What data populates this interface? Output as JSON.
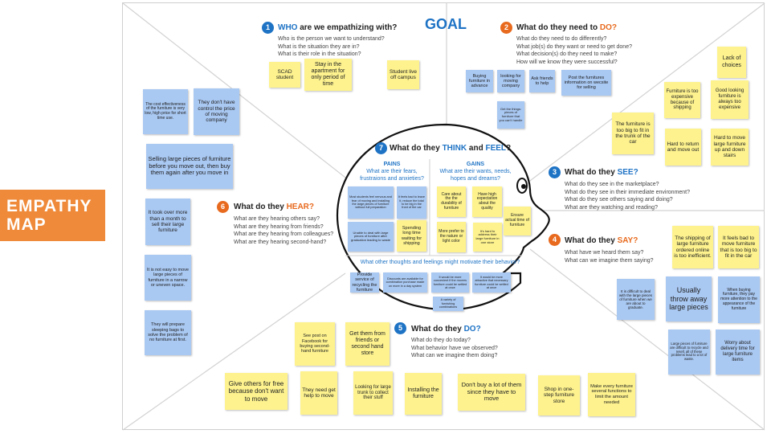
{
  "label": {
    "line1": "EMPATHY",
    "line2": "MAP"
  },
  "goal": "GOAL",
  "sections": {
    "who": {
      "num": "1",
      "hl": "WHO",
      "rest": " are we empathizing with?",
      "questions": [
        "Who is the person we want to understand?",
        "What is the situation they are in?",
        "What is their role in the situation?"
      ]
    },
    "do_need": {
      "num": "2",
      "pre": "What do they need to ",
      "hl": "DO?",
      "questions": [
        "What do they need to do differently?",
        "What job(s) do they want or need to get done?",
        "What decision(s) do they need to make?",
        "How will we know they were successful?"
      ]
    },
    "see": {
      "num": "3",
      "pre": "What do they ",
      "hl": "SEE?",
      "questions": [
        "What do they see in the marketplace?",
        "What do they see in their immediate environment?",
        "What do they see others saying and doing?",
        "What are they watching and reading?"
      ]
    },
    "say": {
      "num": "4",
      "pre": "What do they ",
      "hl": "SAY?",
      "questions": [
        "What have we heard them say?",
        "What can we imagine them saying?"
      ]
    },
    "do": {
      "num": "5",
      "pre": "What do they ",
      "hl": "DO?",
      "questions": [
        "What do they do today?",
        "What behavior have we observed?",
        "What can we imagine them doing?"
      ]
    },
    "hear": {
      "num": "6",
      "pre": "What do they ",
      "hl": "HEAR?",
      "questions": [
        "What are they hearing others say?",
        "What are they hearing from friends?",
        "What are they hearing from colleagues?",
        "What are they hearing second-hand?"
      ]
    },
    "think": {
      "num": "7",
      "pre": "What do they ",
      "hl1": "THINK",
      "mid": " and ",
      "hl2": "FEEL",
      "end": "?",
      "pains_title": "PAINS",
      "pains_sub": "What are their fears, frustraions and anxieties?",
      "gains_title": "GAINS",
      "gains_sub": "What are their wants, needs, hopes and dreams?",
      "other": "What other thoughts and feelings might motivate their behavior?"
    }
  },
  "notes": {
    "who_1": "SCAD student",
    "who_2": "Stay in the apartment for only period of time",
    "who_3": "Student live off campus",
    "need_1": "Buying furniture in advance",
    "need_2": "looking for moving company",
    "need_3": "Ask friends to help",
    "need_4": "Post the furnitures information on wecsite for selling",
    "need_5": "Get the things: pieces of furniture that you can't handle",
    "see_1": "Lack of choices",
    "see_2": "Furniture is too expensive because of shipping",
    "see_3": "Good looking furniture is always too expensive",
    "see_4": "The furniture is too big to fit in the trunk of the car",
    "see_5": "Hard to return and move out",
    "see_6": "Hard to move large furniture up and down stairs",
    "hear_1": "The cost effectiveness of the furniture is very low, high price for short time use.",
    "hear_2": "They don't have control the price of moving company",
    "hear_3": "Selling large pieces of furniture before you move out, then buy them again after you move in",
    "hear_4": "It took over more than a month to sell their large furniture",
    "hear_5": "It is not easy to move large pieces of furniture in a narrow or uneven space.",
    "hear_6": "They will prepare sleeping bags to solve the problem of no furniture at first.",
    "pain_1": "Most students feel nervous and fear of moving and installing the large pieces of furniture without full preparation",
    "pain_2": "It feels bad to leave it, reduce the total to be big in the front of the car",
    "pain_3": "Unable to deal with large pieces of furniture after graduation leading to waste",
    "pain_4": "Spending long time waiting for shipping",
    "gain_1": "Care about the the durability of furniture",
    "gain_2": "Have high expectation about the quality",
    "gain_3": "More prefer to the nature or light color",
    "gain_4": "It's hard to address their large furniture in one store",
    "gain_5": "Ensure actual time of furniture",
    "other_1": "Provide service of recycling the furniture",
    "other_2": "Discounts are available for combination purchase made on more in a day system",
    "other_3": "It would be more convenient if the movers furniture could be settled at once",
    "other_4": "It would be more attractive that necessary furniture could be settled at once",
    "other_5": "A variety of furnishing combinations",
    "say_1": "The shipping of large furniture ordered online is too inefficient.",
    "say_2": "It feels bad to move furniture that is too big to fit in the car",
    "say_3": "It is difficult to deal with the large pieces of furniture when we are about to graduate.",
    "say_4": "Usually throw away large pieces",
    "say_5": "When buying furniture, they pay more attention to the appearance of the furniture",
    "say_6": "Large pieces of furniture are difficult to recycle and resell, all of these problems lead to a lot of waste.",
    "say_7": "Worry about delivery time for large furniture items",
    "do_1": "See post on Facebook for buying second-hand furniture",
    "do_2": "Get them from friends or second hand store",
    "do_3": "Give others for free because don't want to move",
    "do_4": "They need get help to move",
    "do_5": "Looking for large trunk to collect their stuff",
    "do_6": "Installing the furniture",
    "do_7": "Don't buy a lot of them since they have to move",
    "do_8": "Shop in one-step furniture store",
    "do_9": "Make every furniture several functions to limit the amount needed"
  },
  "colors": {
    "orange": "#ef8a3a",
    "blue": "#1e73c5",
    "yellow_note": "#fdf28e",
    "blue_note": "#a9c8f2"
  }
}
